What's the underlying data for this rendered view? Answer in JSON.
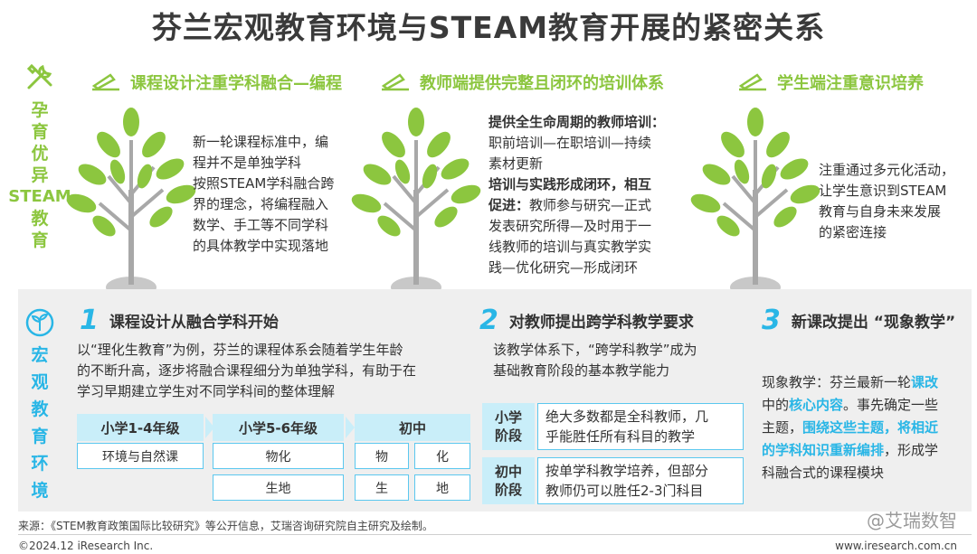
{
  "title": "芬兰宏观教育环境与STEAM教育开展的紧密关系",
  "colors": {
    "green": "#8cc63f",
    "blue": "#29b6e6",
    "lightblue": "#c9eef9",
    "panel": "#efefef"
  },
  "top_label": {
    "icon": "tools-icon",
    "chars": [
      "孕",
      "育",
      "优",
      "异",
      "STEAM",
      "教",
      "育"
    ]
  },
  "bottom_label": {
    "icon": "plant-circle-icon",
    "chars": [
      "宏",
      "观",
      "教",
      "育",
      "环",
      "境"
    ]
  },
  "columns": [
    {
      "icon": "pencil-ruler-icon",
      "heading": "课程设计注重学科融合—编程",
      "lines": [
        "新一轮课程标准中，编",
        "程并不是单独学科",
        "按照STEAM学科融合跨",
        "界的理念，将编程融入",
        "数学、手工等不同学科",
        "的具体教学中实现落地"
      ]
    },
    {
      "icon": "pencil-ruler-icon",
      "heading": "教师端提供完整且闭环的培训体系",
      "p1_bold": "提供全生命周期的教师培训：",
      "p1_lines": [
        "职前培训—在职培训—持续",
        "素材更新"
      ],
      "p2_bold": "培训与实践形成闭环，相互",
      "p2_bold2": "促进：",
      "p2_first": "教师参与研究—正式",
      "p2_lines": [
        "发表研究所得—及时用于一",
        "线教师的培训与真实教学实",
        "践—优化研究—形成闭环"
      ]
    },
    {
      "icon": "pencil-ruler-icon",
      "heading": "学生端注重意识培养",
      "lines": [
        "注重通过多元化活动，",
        "让学生意识到STEAM",
        "教育与自身未来发展",
        "的紧密连接"
      ]
    }
  ],
  "sections": [
    {
      "num": "1",
      "heading": "课程设计从融合学科开始",
      "lines": [
        "以“理化生教育”为例，芬兰的课程体系会随着学生年龄",
        "的不断升高，逐步将融合课程细分为单独学科，有助于在",
        "学习早期建立学生对不同学科间的整体理解"
      ],
      "stages": [
        {
          "name": "小学1-4年级",
          "cells": [
            "环境与自然课"
          ]
        },
        {
          "name": "小学5-6年级",
          "cells": [
            "物化",
            "生地"
          ]
        },
        {
          "name": "初中",
          "cells": [
            "物",
            "化",
            "生",
            "地"
          ]
        }
      ]
    },
    {
      "num": "2",
      "heading": "对教师提出跨学科教学要求",
      "lines": [
        "该教学体系下，“跨学科教学”成为",
        "基础教育阶段的基本教学能力"
      ],
      "levels": [
        {
          "tag": [
            "小学",
            "阶段"
          ],
          "lines": [
            "绝大多数都是全科教师，几",
            "乎能胜任所有科目的教学"
          ]
        },
        {
          "tag": [
            "初中",
            "阶段"
          ],
          "lines": [
            "按单学科教学培养，但部分",
            "教师仍可以胜任2-3门科目"
          ]
        }
      ]
    },
    {
      "num": "3",
      "heading": "新课改提出 “现象教学”",
      "parts": {
        "a": "现象教学：芬兰最新一轮",
        "b": "课改",
        "c": "中的",
        "d": "核心内容",
        "e": "。事先确定一些",
        "f": "主题，",
        "g": "围绕这些主题，将相近",
        "h": "的学科知识重新编排",
        "i": "，形成学",
        "j": "科融合式的课程模块"
      }
    }
  ],
  "footer": {
    "source": "来源：《STEM教育政策国际比较研究》等公开信息，艾瑞咨询研究院自主研究及绘制。",
    "copyright": "©2024.12 iResearch Inc.",
    "url": "www.iresearch.com.cn",
    "watermark": "@艾瑞数智"
  }
}
